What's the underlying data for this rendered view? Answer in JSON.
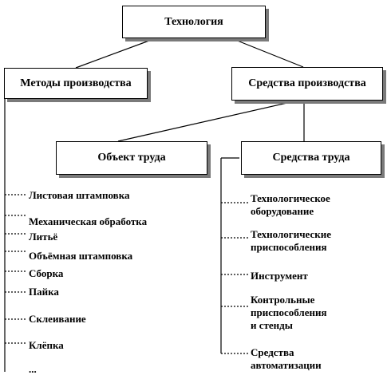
{
  "diagram": {
    "root": "Технология",
    "level1_left": "Методы производства",
    "level1_right": "Средства производства",
    "level2_left": "Объект труда",
    "level2_right": "Средства труда",
    "methods": [
      "Листовая штамповка",
      "Механическая  обработка",
      "Литьё",
      "Объёмная штамповка",
      "Сборка",
      "Пайка",
      "Склеивание",
      "Клёпка",
      "..."
    ],
    "means_of_labor": [
      "Технологическое\nоборудование",
      "Технологические\nприспособления",
      "Инструмент",
      "Контрольные\nприспособления\nи стенды",
      "Средства\nавтоматизации"
    ]
  }
}
